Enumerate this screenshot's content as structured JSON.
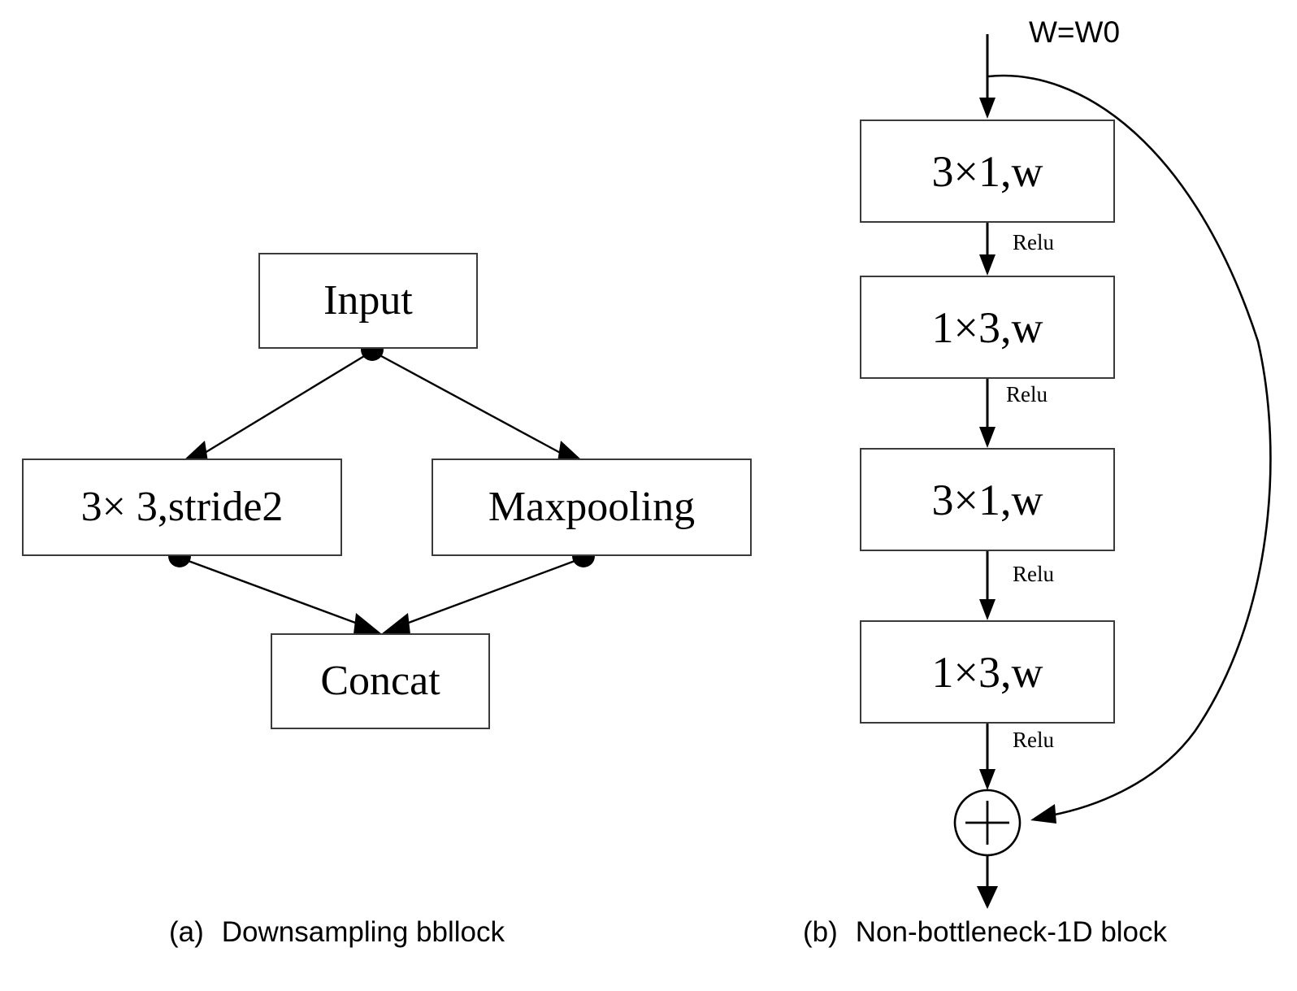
{
  "figure": {
    "background_color": "#ffffff",
    "line_color": "#000000",
    "box_border_color": "#3a3a3a"
  },
  "panel_a": {
    "caption_index": "(a)",
    "caption_text": "Downsampling bbllock",
    "nodes": {
      "input": "Input",
      "conv": "3× 3,stride2",
      "maxpool": "Maxpooling",
      "concat": "Concat"
    },
    "edges": [
      {
        "from": "input",
        "to": "conv",
        "style": "arrow"
      },
      {
        "from": "input",
        "to": "maxpool",
        "style": "arrow"
      },
      {
        "from": "conv",
        "to": "concat",
        "style": "arrow"
      },
      {
        "from": "maxpool",
        "to": "concat",
        "style": "arrow"
      }
    ],
    "junction_dots": [
      "input-bottom",
      "conv-bottom",
      "maxpool-bottom"
    ]
  },
  "panel_b": {
    "caption_index": "(b)",
    "caption_text": "Non-bottleneck-1D block",
    "input_label": "W=W0",
    "nodes": [
      {
        "label": "3×1,w"
      },
      {
        "label": "1×3,w"
      },
      {
        "label": "3×1,w"
      },
      {
        "label": "1×3,w"
      }
    ],
    "edge_labels": [
      "Relu",
      "Relu",
      "Relu",
      "Relu"
    ],
    "merge_operator": "+",
    "skip_connection": "identity shortcut from input to add node"
  },
  "chart_data": {
    "type": "diagram",
    "title": "",
    "panels": [
      {
        "id": "a",
        "caption": "(a)  Downsampling bbllock",
        "layout": "dag",
        "nodes": [
          "Input",
          "3× 3,stride2",
          "Maxpooling",
          "Concat"
        ],
        "links": [
          [
            "Input",
            "3× 3,stride2"
          ],
          [
            "Input",
            "Maxpooling"
          ],
          [
            "3× 3,stride2",
            "Concat"
          ],
          [
            "Maxpooling",
            "Concat"
          ]
        ]
      },
      {
        "id": "b",
        "caption": "(b)  Non-bottleneck-1D block",
        "layout": "chain-with-residual",
        "input_annotation": "W=W0",
        "nodes": [
          "3×1,w",
          "1×3,w",
          "3×1,w",
          "1×3,w",
          "+"
        ],
        "link_annotations": [
          "Relu",
          "Relu",
          "Relu",
          "Relu"
        ],
        "residual": {
          "from": "input",
          "to": "+"
        }
      }
    ]
  }
}
